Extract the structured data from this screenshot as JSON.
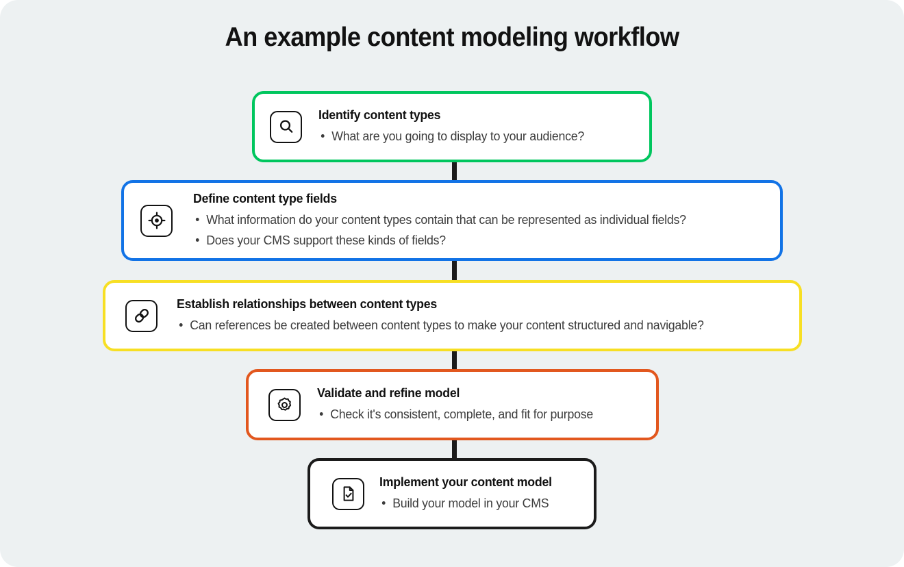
{
  "page": {
    "title": "An example content modeling workflow",
    "background_color": "#edf1f2",
    "card_color": "#ffffff"
  },
  "chart_data": {
    "type": "diagram",
    "diagram_kind": "vertical-flowchart",
    "title": "An example content modeling workflow",
    "step_count": 5,
    "connector_color": "#1b1b1b",
    "steps": [
      {
        "order": 1,
        "heading": "Identify content types",
        "icon": "search-icon",
        "border_color": "#00c65e",
        "bullets": [
          "What are you going to display to your audience?"
        ]
      },
      {
        "order": 2,
        "heading": "Define content type fields",
        "icon": "target-icon",
        "border_color": "#1273e6",
        "bullets": [
          "What information do your content types contain that can be represented as individual fields?",
          "Does your CMS support these kinds of fields?"
        ]
      },
      {
        "order": 3,
        "heading": "Establish relationships between content types",
        "icon": "link-icon",
        "border_color": "#f7df24",
        "bullets": [
          "Can references be created between content types to make your content structured and navigable?"
        ]
      },
      {
        "order": 4,
        "heading": "Validate and refine model",
        "icon": "gear-icon",
        "border_color": "#e2571e",
        "bullets": [
          "Check it's consistent, complete, and fit for purpose"
        ]
      },
      {
        "order": 5,
        "heading": "Implement your content model",
        "icon": "document-check-icon",
        "border_color": "#1b1b1b",
        "bullets": [
          "Build your model in your CMS"
        ]
      }
    ]
  }
}
